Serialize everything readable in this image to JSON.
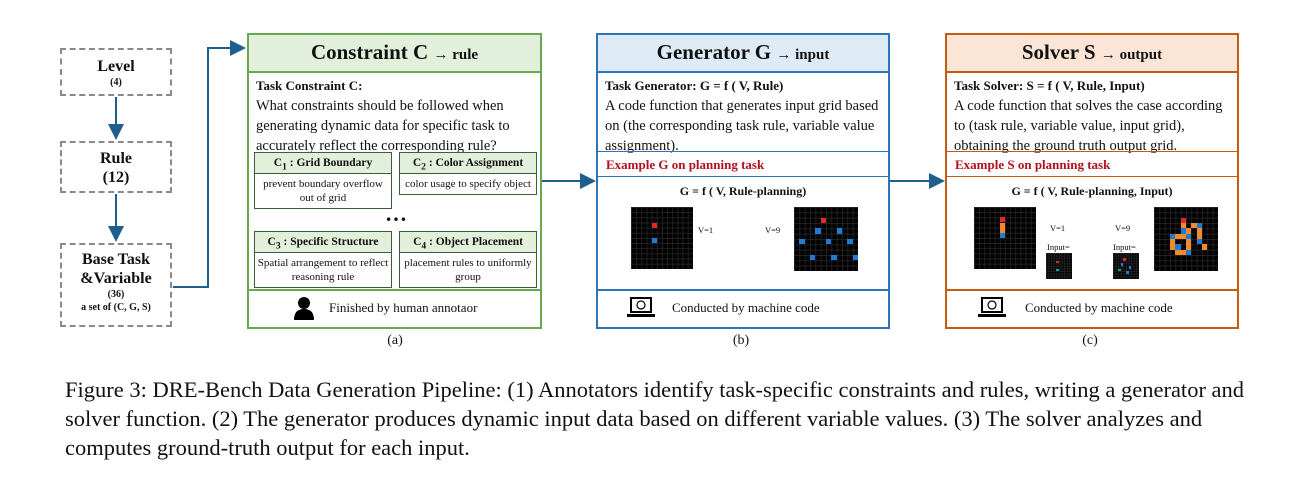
{
  "left_column": {
    "level": {
      "label": "Level",
      "count": "(4)"
    },
    "rule": {
      "label": "Rule",
      "count": "(12)"
    },
    "base_task": {
      "label_line1": "Base Task",
      "label_line2": "&Variable",
      "count": "(36)",
      "note": "a set of (C, G, S)"
    }
  },
  "panel_a": {
    "title": "Constraint C",
    "title_sub": "→ rule",
    "heading": "Task Constraint C:",
    "question": "What constraints should be followed when generating dynamic data for specific task to accurately reflect the corresponding rule?",
    "constraints": [
      {
        "label": "C",
        "index": "1",
        "name": ": Grid Boundary",
        "desc": "prevent boundary overflow out of grid"
      },
      {
        "label": "C",
        "index": "2",
        "name": ": Color Assignment",
        "desc": "color usage to specify object"
      },
      {
        "label": "C",
        "index": "3",
        "name": ": Specific Structure",
        "desc": "Spatial arrangement to reflect reasoning rule"
      },
      {
        "label": "C",
        "index": "4",
        "name": ": Object Placement",
        "desc": "placement rules to uniformly group"
      }
    ],
    "ellipsis": "…",
    "footer": "Finished by human annotaor",
    "caption": "(a)"
  },
  "panel_b": {
    "title": "Generator G",
    "title_sub": "→ input",
    "heading": "Task Generator: G = f ( V, Rule)",
    "desc": "A code function that generates input grid based on (the corresponding task rule, variable value assignment).",
    "example": "Example G on planning task",
    "formula": "G = f ( V, Rule-planning)",
    "v_left": "V=1",
    "v_right": "V=9",
    "footer": "Conducted by machine code",
    "caption": "(b)"
  },
  "panel_c": {
    "title": "Solver S",
    "title_sub": "→ output",
    "heading": "Task Solver: S = f ( V, Rule, Input)",
    "desc": "A code function that solves the case according to (task rule, variable value, input grid), obtaining the ground truth output grid.",
    "example": "Example S on planning task",
    "formula": "G = f ( V, Rule-planning, Input)",
    "v_left": "V=1",
    "v_right": "V=9",
    "input_label": "Input=",
    "footer": "Conducted by machine code",
    "caption": "(c)"
  },
  "figure_caption": "Figure 3: DRE-Bench Data Generation Pipeline: (1) Annotators identify task-specific constraints and rules, writing a generator and solver function. (2) The generator produces dynamic input data based on different variable values. (3) The solver analyzes and computes ground-truth output for each input.",
  "colors": {
    "panel_a_border": "#6aa84f",
    "panel_a_head": "#e2efda",
    "panel_b_border": "#2e75b6",
    "panel_b_head": "#deebf7",
    "panel_c_border": "#c55a11",
    "panel_c_head": "#fbe5d6",
    "arrow": "#1f5f8b",
    "example_text": "#b0101e"
  },
  "icons": [
    "person-icon",
    "laptop-icon"
  ]
}
